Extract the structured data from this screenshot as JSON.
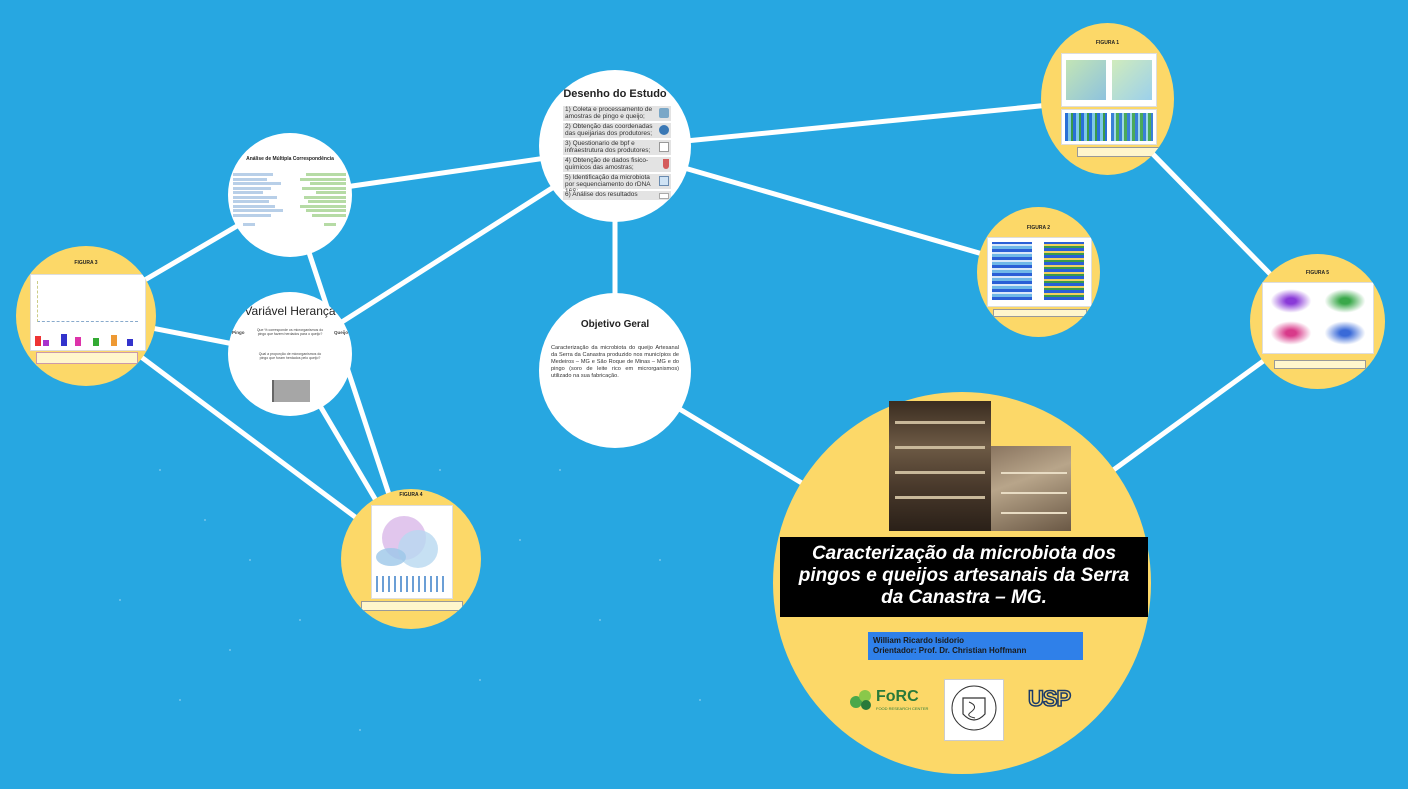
{
  "colors": {
    "background": "#27a7e1",
    "yellow": "#fcd868",
    "white": "#ffffff",
    "title_bar": "#000000",
    "author_bar": "#2f80e9"
  },
  "desenho": {
    "title": "Desenho do Estudo",
    "steps": [
      {
        "text": "1) Coleta e processamento de amostras de pingo e queijo;",
        "icon": "sample-icon"
      },
      {
        "text": "2) Obtenção das coordenadas das queijarias dos produtores;",
        "icon": "globe-icon"
      },
      {
        "text": "3) Questionario de bpf e infraestrutura dos produtores;",
        "icon": "document-icon"
      },
      {
        "text": "4) Obtenção de dados fisico-químicos das amostras;",
        "icon": "flask-icon"
      },
      {
        "text": "5) Identificação da microbiota por sequenciamento do rDNA 16S;",
        "icon": "monitor-icon"
      },
      {
        "text": "6) Análise dos resultados",
        "icon": "chart-icon"
      }
    ]
  },
  "objetivo": {
    "title": "Objetivo Geral",
    "text": "Caracterização da microbiota do queijo Artesanal da Serra da Canastra produzido nos municípios de Medeiros – MG e São Roque de Minas – MG e do pingo (soro de leite rico em microrganismos) utilizado na sua fabricação."
  },
  "analise": {
    "title": "Análise de Múltipla Correspondência"
  },
  "heranca": {
    "title": "Variável Herança",
    "col_left": "Pingo",
    "col_right": "Queijo",
    "question1": "Que % corresponde os microrganismos do pingo que fazem herdados para o queijo?",
    "question2": "Qual a proporção de microrganismos do pingo que foram herdados pelo queijo?"
  },
  "figuras": {
    "f1": "FIGURA 1",
    "f2": "FIGURA 2",
    "f3": "FIGURA 3",
    "f4": "FIGURA 4",
    "f5": "FIGURA 5"
  },
  "hero": {
    "title": "Caracterização da microbiota dos pingos e queijos artesanais da Serra da Canastra – MG.",
    "author": "William Ricardo Isidorio",
    "advisor": "Orientador: Prof. Dr. Christian Hoffmann",
    "logos": {
      "forc": "FoRC",
      "forc_sub": "FOOD RESEARCH CENTER",
      "usp": "USP"
    }
  }
}
